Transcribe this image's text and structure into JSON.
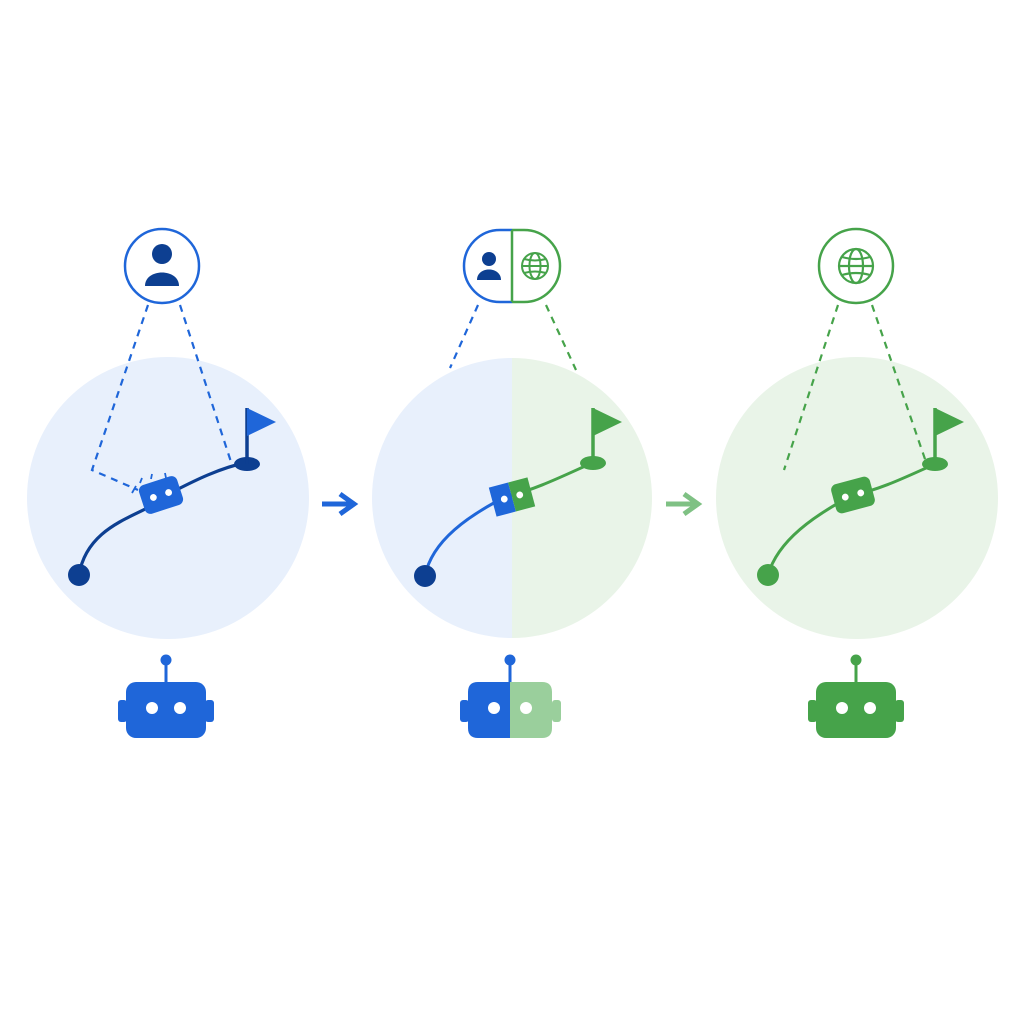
{
  "colors": {
    "blue": "#1f66d9",
    "blue_dark": "#0d3f91",
    "blue_light": "#e8f0fc",
    "green": "#46a34a",
    "green_pale": "#9acf9c",
    "green_light": "#e9f4e8",
    "arrow_green": "#7fc184",
    "white": "#ffffff"
  },
  "stages": [
    {
      "id": "human-guided",
      "overseer_icon": "person-icon",
      "agent_icon": "robot-icon",
      "theme": "blue"
    },
    {
      "id": "mixed",
      "overseer_icon": "person-and-globe-icon",
      "agent_icon": "robot-icon",
      "theme": "blue-green"
    },
    {
      "id": "world-guided",
      "overseer_icon": "globe-icon",
      "agent_icon": "robot-icon",
      "theme": "green"
    }
  ],
  "transitions": [
    {
      "from": "human-guided",
      "to": "mixed",
      "icon": "arrow-right-icon",
      "color": "blue"
    },
    {
      "from": "mixed",
      "to": "world-guided",
      "icon": "arrow-right-icon",
      "color": "arrow_green"
    }
  ]
}
